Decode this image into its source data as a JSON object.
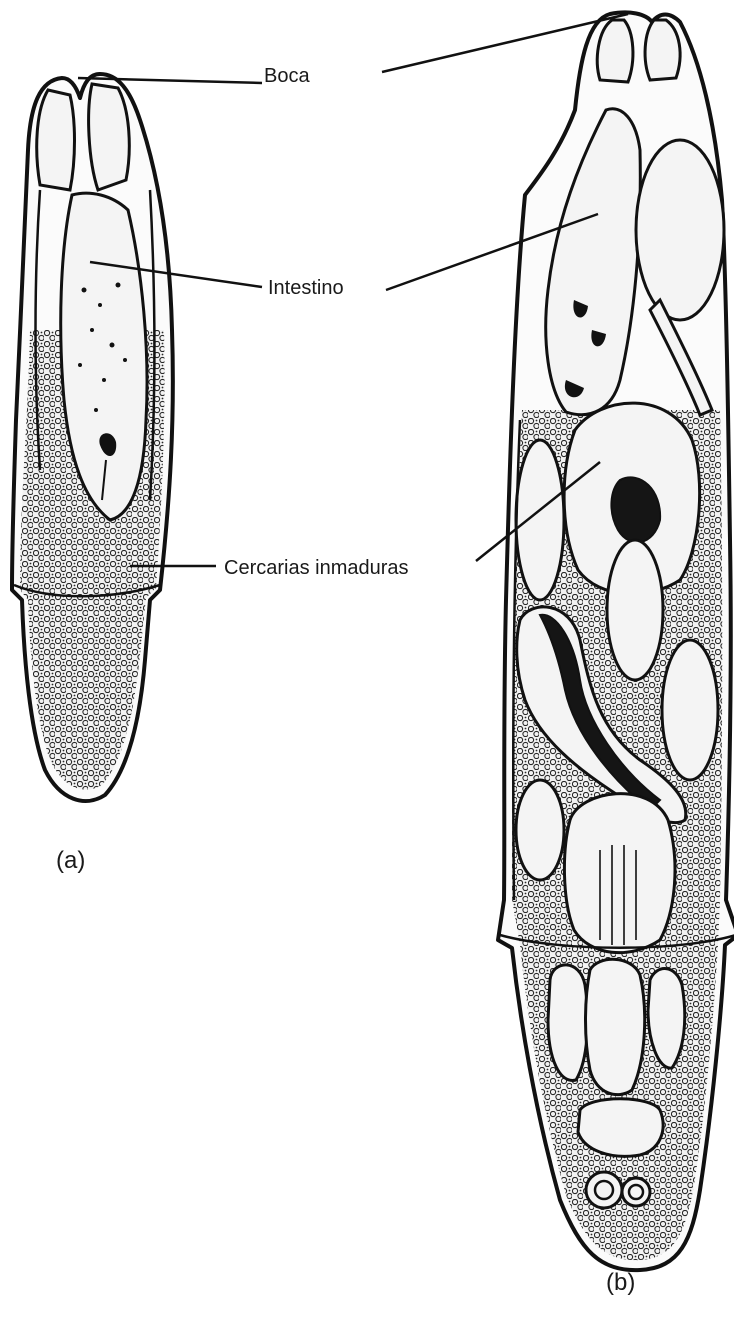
{
  "labels": {
    "boca": "Boca",
    "intestino": "Intestino",
    "cercarias": "Cercarias inmaduras"
  },
  "panels": {
    "a": "(a)",
    "b": "(b)"
  },
  "colors": {
    "ink": "#111111",
    "background": "#ffffff",
    "stipple": "#2a2a2a"
  }
}
